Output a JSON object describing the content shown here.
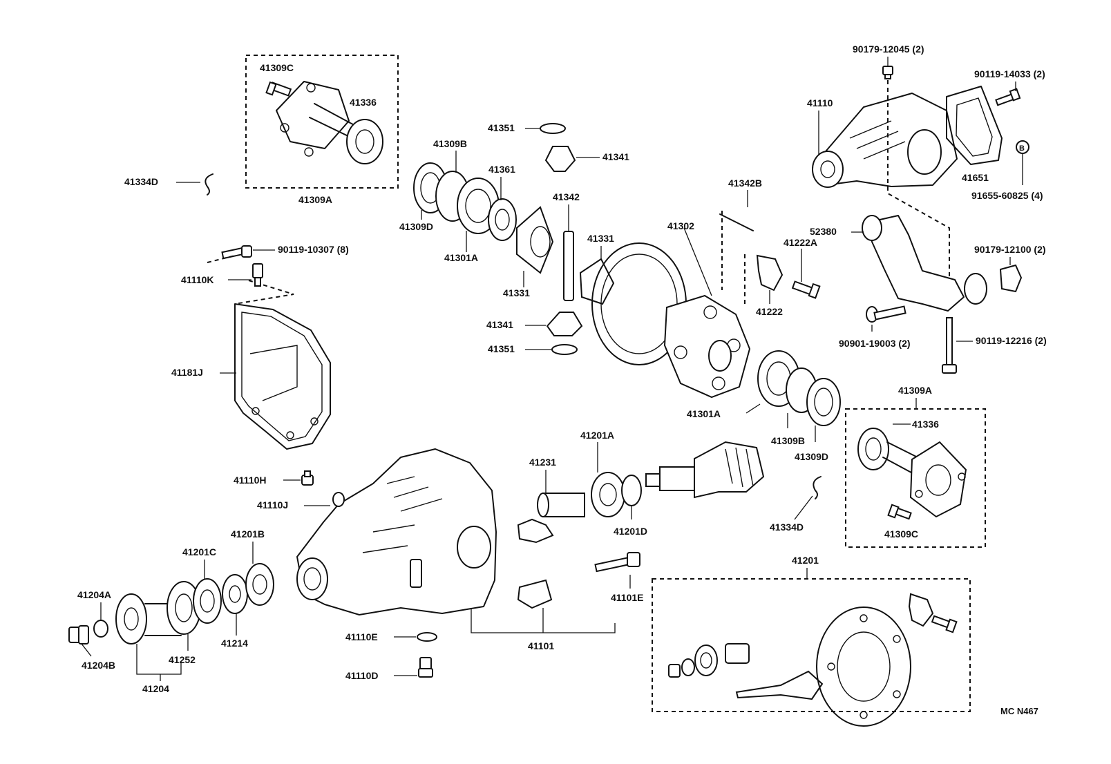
{
  "diagram_id": "MC N467",
  "labels": {
    "p41309C_top": "41309C",
    "p41336_top": "41336",
    "p41309A_top": "41309A",
    "p41334D_left": "41334D",
    "p41351_top": "41351",
    "p41341_top": "41341",
    "p41309B_left": "41309B",
    "p41361": "41361",
    "p41309D_left": "41309D",
    "p41301A_left": "41301A",
    "p41342": "41342",
    "p41331_upper": "41331",
    "p41331_lower": "41331",
    "p41341_bottom": "41341",
    "p41351_bottom": "41351",
    "p90119_10307": "90119-10307 (8)",
    "p41110K": "41110K",
    "p41181J": "41181J",
    "p41302": "41302",
    "p41342B": "41342B",
    "p41222A": "41222A",
    "p41222": "41222",
    "p90179_12045": "90179-12045 (2)",
    "p90119_14033": "90119-14033 (2)",
    "p41110": "41110",
    "p41651": "41651",
    "p91655_60825": "91655-60825 (4)",
    "p52380": "52380",
    "p90179_12100": "90179-12100 (2)",
    "p90901_19003": "90901-19003 (2)",
    "p90119_12216": "90119-12216 (2)",
    "p41301A_right": "41301A",
    "p41309B_right": "41309B",
    "p41309D_right": "41309D",
    "p41309A_right": "41309A",
    "p41336_right": "41336",
    "p41309C_right": "41309C",
    "p41334D_right": "41334D",
    "p41201A": "41201A",
    "p41231": "41231",
    "p41201D": "41201D",
    "p41110H": "41110H",
    "p41110J": "41110J",
    "p41101E": "41101E",
    "p41101": "41101",
    "p41110E": "41110E",
    "p41110D": "41110D",
    "p41201": "41201",
    "p41201C": "41201C",
    "p41201B": "41201B",
    "p41204A": "41204A",
    "p41204B": "41204B",
    "p41252": "41252",
    "p41214": "41214",
    "p41204": "41204"
  },
  "washer_letter": "B"
}
